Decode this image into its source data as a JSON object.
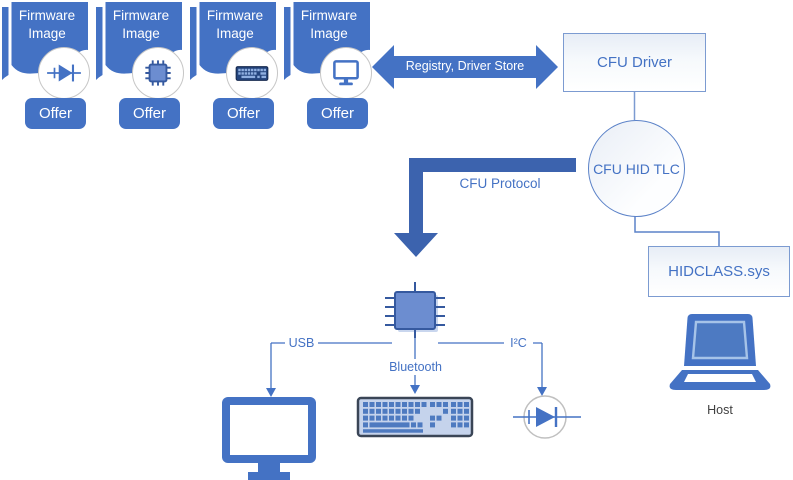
{
  "colors": {
    "accent": "#4472C4",
    "protocol_arrow": "#3C63AE",
    "box_border": "#7C9BD1",
    "node_text": "#4472C4",
    "circle_border": "#C6C6C6",
    "host_text": "#404040",
    "chip_fill": "#6C8DD0",
    "chip_border": "#35599F",
    "keyboard_fill": "#C5D3EC",
    "keyboard_key": "#4E7AC0"
  },
  "banners": [
    {
      "title": "Firmware Image",
      "icon": "diode-icon",
      "offer_label": "Offer"
    },
    {
      "title": "Firmware Image",
      "icon": "chip-icon",
      "offer_label": "Offer"
    },
    {
      "title": "Firmware Image",
      "icon": "keyboard-icon",
      "offer_label": "Offer"
    },
    {
      "title": "Firmware Image",
      "icon": "monitor-icon",
      "offer_label": "Offer"
    }
  ],
  "registry_arrow": {
    "label": "Registry, Driver Store"
  },
  "cfu_driver": {
    "label": "CFU Driver"
  },
  "cfu_hid_tlc": {
    "label": "CFU HID TLC"
  },
  "hidclass": {
    "label": "HIDCLASS.sys"
  },
  "cfu_protocol": {
    "label": "CFU Protocol"
  },
  "buses": {
    "usb": "USB",
    "bluetooth": "Bluetooth",
    "i2c": "I²C"
  },
  "host": {
    "label": "Host"
  }
}
